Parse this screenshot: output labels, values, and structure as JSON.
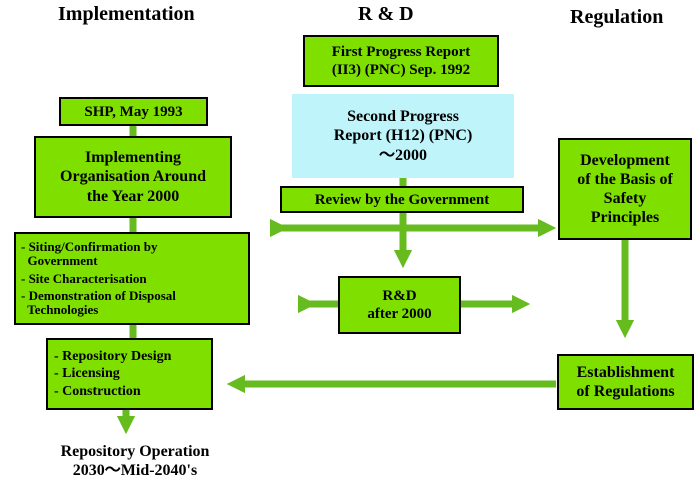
{
  "headers": {
    "implementation": "Implementation",
    "rd": "R & D",
    "regulation": "Regulation"
  },
  "boxes": {
    "first_report": [
      "First Progress Report",
      "(II3) (PNC) Sep. 1992"
    ],
    "second_report": [
      "Second Progress",
      "Report (H12) (PNC)",
      "～2000"
    ],
    "review": "Review by the Government",
    "rd_after": [
      "R&D",
      "after 2000"
    ],
    "shp": "SHP, May 1993",
    "implementing_org": [
      "Implementing",
      "Organisation Around",
      "the Year 2000"
    ],
    "siting_list": [
      "- Siting/Confirmation by",
      "  Government",
      "- Site Characterisation",
      "- Demonstration of Disposal",
      "  Technologies"
    ],
    "repository_list": [
      "- Repository Design",
      "- Licensing",
      "- Construction"
    ],
    "dev_basis": [
      "Development",
      "of the Basis of",
      "Safety",
      "Principles"
    ],
    "establishment": [
      "Establishment",
      "of Regulations"
    ]
  },
  "footer": [
    "Repository Operation",
    "2030～Mid-2040's"
  ],
  "colors": {
    "box_fill": "#7fe000",
    "arrow": "#66bb1f",
    "cyan": "#bff4fb"
  }
}
